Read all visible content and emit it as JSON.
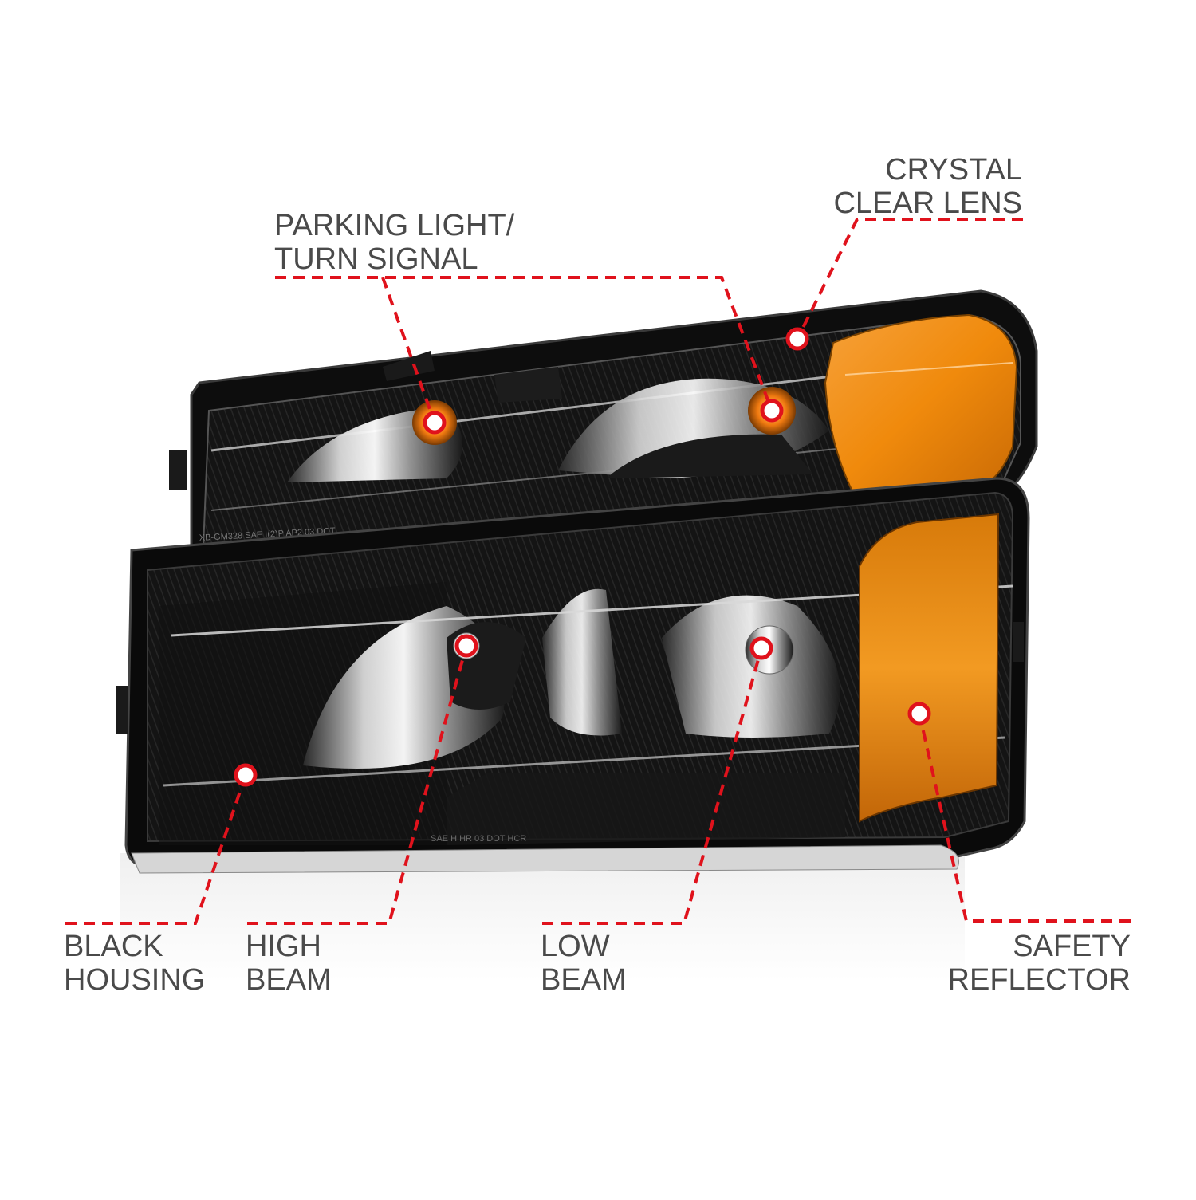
{
  "callouts": {
    "crystal_clear_lens": {
      "line1": "CRYSTAL",
      "line2": "CLEAR LENS"
    },
    "parking_light": {
      "line1": "PARKING LIGHT/",
      "line2": "TURN SIGNAL"
    },
    "black_housing": {
      "line1": "BLACK",
      "line2": "HOUSING"
    },
    "high_beam": {
      "line1": "HIGH",
      "line2": "BEAM"
    },
    "low_beam": {
      "line1": "LOW",
      "line2": "BEAM"
    },
    "safety_reflector": {
      "line1": "SAFETY",
      "line2": "REFLECTOR"
    }
  },
  "lens_markings": {
    "upper": "XB-GM328  SAE  I(2)P  AP2  03  DOT",
    "lower": "SAE  H  HR  03  DOT  HCR"
  },
  "colors": {
    "leader": "#e0121c",
    "label_text": "#4a4a4a",
    "housing": "#111111",
    "amber": "#f08a0c"
  }
}
